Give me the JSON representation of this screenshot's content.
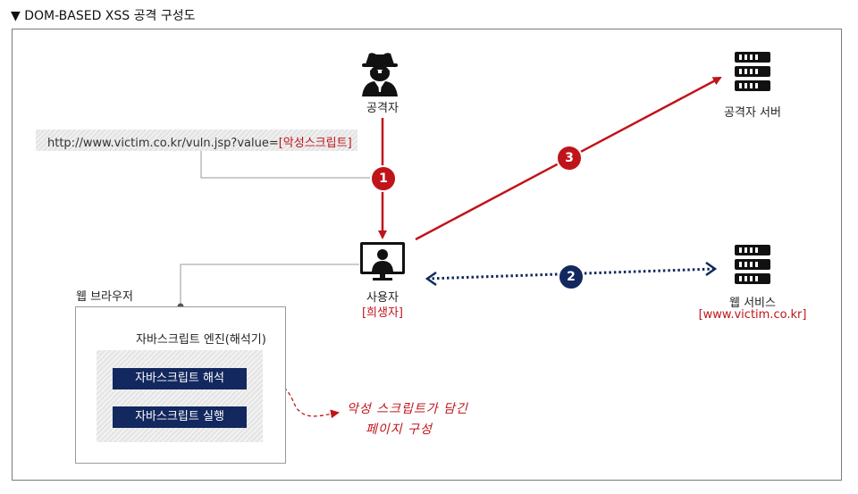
{
  "title": "▼ DOM-BASED XSS 공격 구성도",
  "attacker": {
    "label": "공격자"
  },
  "attacker_server": {
    "label": "공격자 서버"
  },
  "url": {
    "prefix": "http://www.victim.co.kr/vuln.jsp?value=",
    "payload": "[악성스크립트]"
  },
  "user": {
    "label": "사용자",
    "victim_label": "[희생자]"
  },
  "web_service": {
    "label": "웹 서비스",
    "domain": "[www.victim.co.kr]"
  },
  "browser": {
    "title": "웹 브라우저",
    "engine_title": "자바스크립트 엔진(해석기)",
    "step_interpret": "자바스크립트 해석",
    "step_execute": "자바스크립트 실행"
  },
  "steps": [
    "1",
    "2",
    "3"
  ],
  "note": {
    "line1": "악성 스크립트가 담긴",
    "line2": "페이지 구성"
  },
  "colors": {
    "red": "#c0141b",
    "navy": "#12285e"
  },
  "icons": [
    "spy-icon",
    "server-icon",
    "monitor-user-icon",
    "gear-icon",
    "burst-icon"
  ]
}
